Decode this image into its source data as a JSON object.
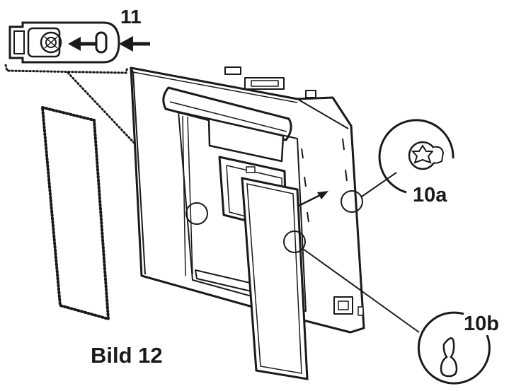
{
  "labels": {
    "part_11": "11",
    "part_10a": "10a",
    "part_10b": "10b",
    "figure": "Bild 12"
  },
  "colors": {
    "ink": "#1a1a1a",
    "background": "#ffffff",
    "panel_fill": "#ffffff"
  },
  "icons": [
    "clip-icon",
    "arrow-left-icon",
    "torx-screw-icon",
    "keyhole-slot-icon"
  ]
}
